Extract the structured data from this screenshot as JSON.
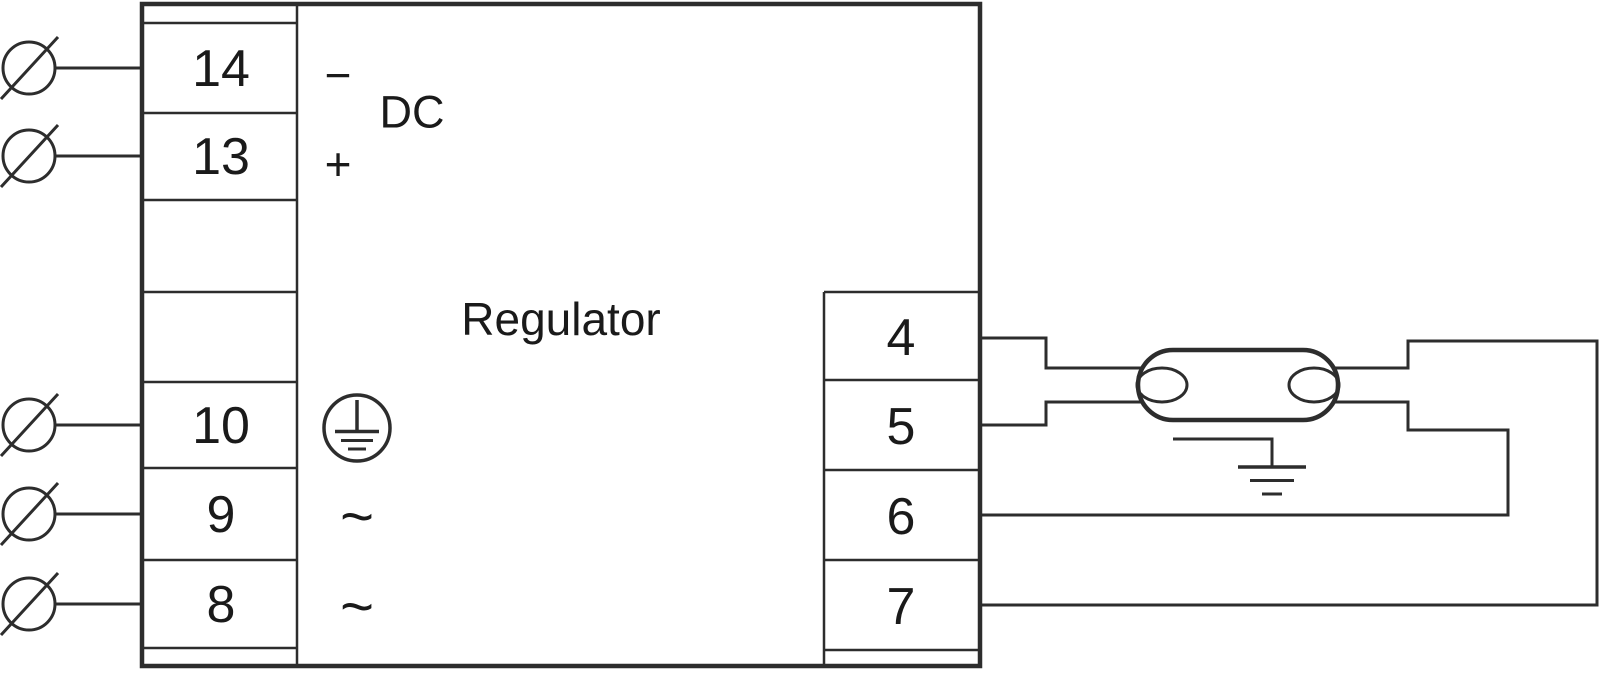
{
  "colors": {
    "line": "#2d2d2d",
    "text": "#1a1a1a",
    "background": "#ffffff"
  },
  "regulator": {
    "title": "Regulator",
    "dc_label": "DC",
    "minus_label": "−",
    "plus_label": "+",
    "ac_label_top": "~",
    "ac_label_bottom": "~",
    "left_terminals": [
      "14",
      "13",
      "10",
      "9",
      "8"
    ],
    "right_terminals": [
      "4",
      "5",
      "6",
      "7"
    ]
  },
  "icons": {
    "wire_end": "circle-slash-wire-terminal",
    "protective_earth": "circled-protective-earth",
    "earth_ground": "earth-ground",
    "lamp": "fluorescent-lamp-tube"
  }
}
